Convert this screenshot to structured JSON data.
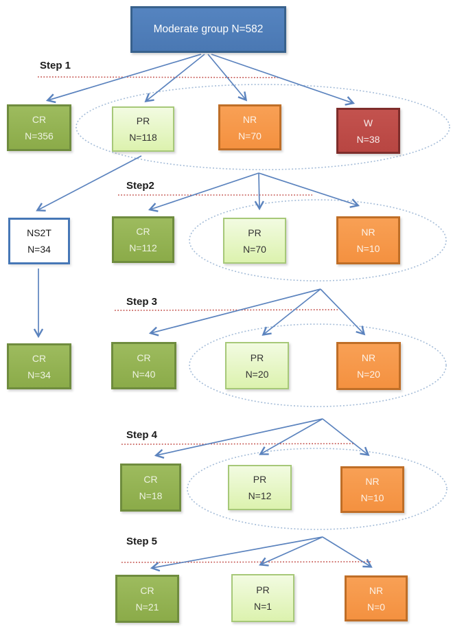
{
  "root": {
    "label": "Moderate group N=582"
  },
  "steps": [
    {
      "label": "Step 1"
    },
    {
      "label": "Step2"
    },
    {
      "label": "Step 3"
    },
    {
      "label": "Step 4"
    },
    {
      "label": "Step 5"
    }
  ],
  "nodes": {
    "s1_cr": {
      "label": "CR",
      "value": "N=356"
    },
    "s1_pr": {
      "label": "PR",
      "value": "N=118"
    },
    "s1_nr": {
      "label": "NR",
      "value": "N=70"
    },
    "s1_w": {
      "label": "W",
      "value": "N=38"
    },
    "s2_ns2t": {
      "label": "NS2T",
      "value": "N=34"
    },
    "s2_cr": {
      "label": "CR",
      "value": "N=112"
    },
    "s2_pr": {
      "label": "PR",
      "value": "N=70"
    },
    "s2_nr": {
      "label": "NR",
      "value": "N=10"
    },
    "s3_cr34": {
      "label": "CR",
      "value": "N=34"
    },
    "s3_cr40": {
      "label": "CR",
      "value": "N=40"
    },
    "s3_pr": {
      "label": "PR",
      "value": "N=20"
    },
    "s3_nr": {
      "label": "NR",
      "value": "N=20"
    },
    "s4_cr": {
      "label": "CR",
      "value": "N=18"
    },
    "s4_pr": {
      "label": "PR",
      "value": "N=12"
    },
    "s4_nr": {
      "label": "NR",
      "value": "N=10"
    },
    "s5_cr": {
      "label": "CR",
      "value": "N=21"
    },
    "s5_pr": {
      "label": "PR",
      "value": "N=1"
    },
    "s5_nr": {
      "label": "NR",
      "value": "N=0"
    }
  },
  "colors": {
    "root_fill": "#4E7CB9",
    "root_border": "#38618C",
    "cr_fill": "#93B253",
    "cr_border": "#6F8C3E",
    "pr_fill": "#E6F6C9",
    "pr_border": "#A6C878",
    "nr_fill": "#F59A4D",
    "nr_border": "#BF6E27",
    "w_fill": "#BE4B48",
    "w_border": "#7E2D2B",
    "ns2t_border": "#4677B6",
    "arrow_blue": "#5B83BE",
    "ellipse_dotted": "#A4BCD8",
    "step_divider_red": "#C4534E"
  }
}
